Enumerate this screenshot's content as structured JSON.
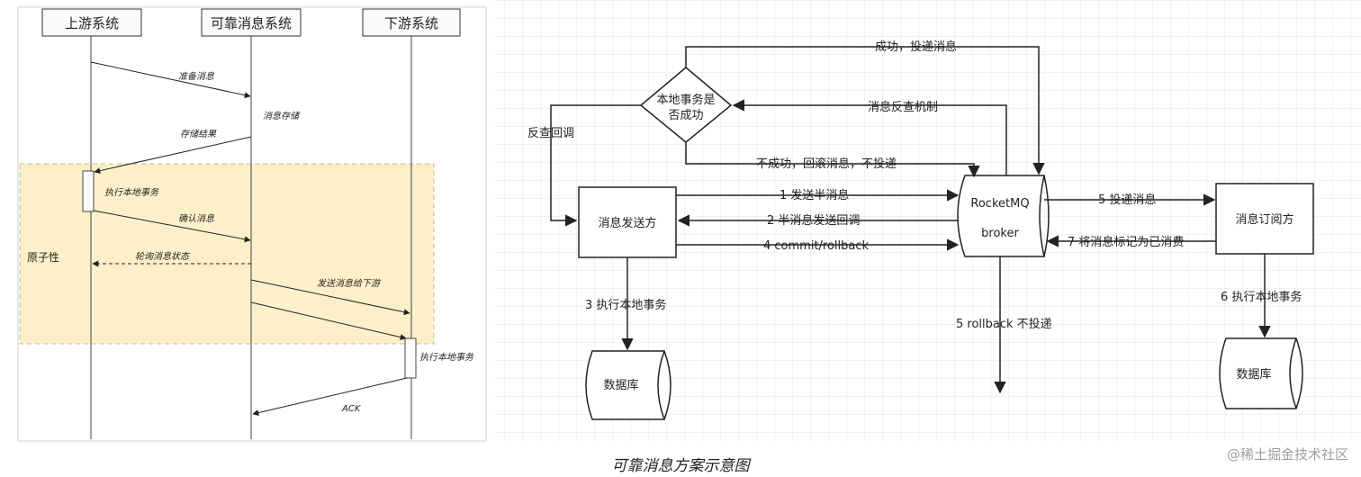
{
  "sequence": {
    "lanes": {
      "upstream": "上游系统",
      "reliable": "可靠消息系统",
      "downstream": "下游系统"
    },
    "messages": {
      "prepare": "准备消息",
      "store": "消息存储",
      "store_result": "存储结果",
      "exec_local": "执行本地事务",
      "confirm": "确认消息",
      "poll_status": "轮询消息状态",
      "send_downstream": "发送消息给下游",
      "exec_local_downstream": "执行本地事务",
      "ack": "ACK"
    },
    "atomic_label": "原子性",
    "colors": {
      "atomic_region": "#fdf0c8"
    }
  },
  "flow": {
    "decision": {
      "line1": "本地事务是",
      "line2": "否成功"
    },
    "producer": "消息发送方",
    "broker": {
      "line1": "RocketMQ",
      "line2": "broker"
    },
    "consumer": "消息订阅方",
    "db_left": "数据库",
    "db_right": "数据库",
    "labels": {
      "success": "成功，投递消息",
      "check_back_mechanism": "消息反查机制",
      "check_back_callback": "反查回调",
      "fail": "不成功，回滚消息，不投递",
      "step1": "1 发送半消息",
      "step2": "2 半消息发送回调",
      "step4": "4 commit/rollback",
      "step3": "3 执行本地事务",
      "step5_deliver": "5 投递消息",
      "step7": "7 将消息标记为已消费",
      "step5_rollback": "5 rollback 不投递",
      "step6": "6 执行本地事务"
    }
  },
  "caption": "可靠消息方案示意图",
  "watermark": "@稀土掘金技术社区"
}
